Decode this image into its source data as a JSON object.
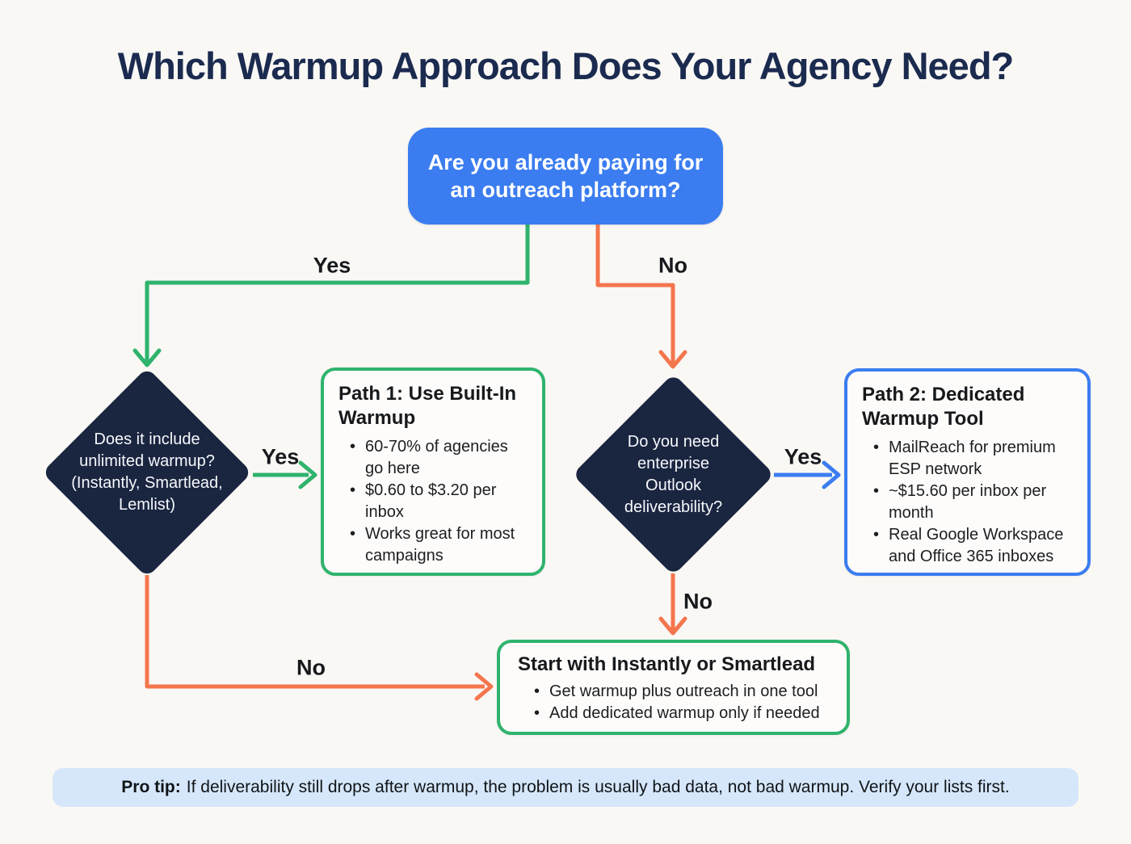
{
  "palette": {
    "bg": "#faf8f5",
    "navy": "#1b2b4f",
    "blue": "#3b7df0",
    "green": "#2fb36d",
    "orange": "#f4764d",
    "ink": "#17191c",
    "diamond": "#1a2540",
    "protip_bg": "#d6e7fb",
    "card_bg": "#fdfcfa"
  },
  "title": "Which Warmup Approach Does Your Agency Need?",
  "question": {
    "lines": [
      "Are you already paying for",
      "an outreach platform?"
    ]
  },
  "edges": {
    "root_yes": "Yes",
    "root_no": "No",
    "left_yes": "Yes",
    "left_no": "No",
    "right_yes": "Yes",
    "right_no": "No"
  },
  "diamond_left": {
    "lines": [
      "Does it include",
      "unlimited warmup?",
      "(Instantly, Smartlead,",
      "Lemlist)"
    ]
  },
  "diamond_right": {
    "lines": [
      "Do you need",
      "enterprise",
      "Outlook",
      "deliverability?"
    ]
  },
  "path1": {
    "title_lines": [
      "Path 1: Use Built-In",
      "Warmup"
    ],
    "bullets": [
      "60-70% of agencies go here",
      "$0.60 to $3.20 per inbox",
      "Works great for most campaigns"
    ]
  },
  "path2": {
    "title_lines": [
      "Path 2: Dedicated",
      "Warmup Tool"
    ],
    "bullets": [
      "MailReach for premium ESP network",
      "~$15.60 per inbox per month",
      "Real Google Workspace and Office 365 inboxes"
    ]
  },
  "fallback": {
    "title": "Start with Instantly or Smartlead",
    "bullets": [
      "Get warmup plus outreach in one tool",
      "Add dedicated warmup only if needed"
    ]
  },
  "protip": {
    "label": "Pro tip:",
    "text": "If deliverability still drops after warmup, the problem is usually bad data, not bad warmup. Verify your lists first."
  }
}
